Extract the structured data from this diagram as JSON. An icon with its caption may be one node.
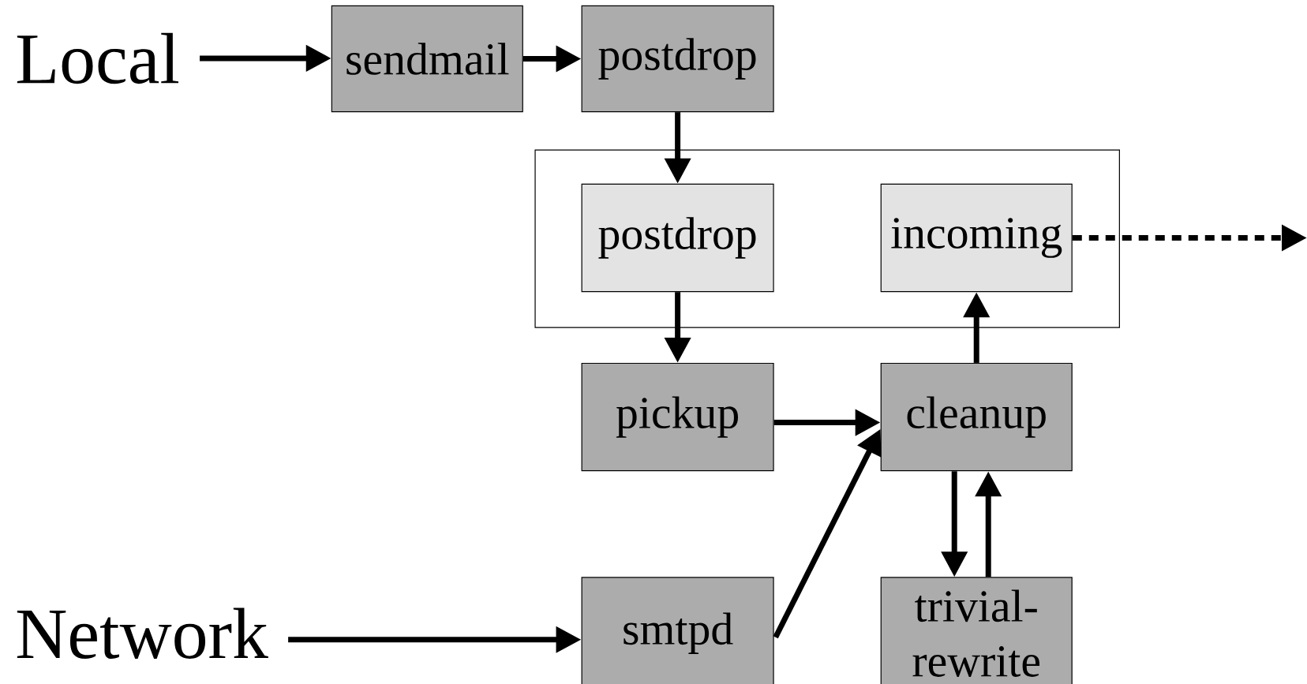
{
  "diagram": {
    "nodes": [
      {
        "text": [
          "Local"
        ]
      },
      {
        "text": [
          "sendmail"
        ]
      },
      {
        "text": [
          "postdrop"
        ]
      },
      {
        "text": [],
        "shape": "box"
      },
      {
        "text": [
          "postdrop"
        ],
        "in": 3
      },
      {
        "text": [
          "incoming"
        ],
        "in": 3
      },
      {
        "text": [
          "pickup"
        ]
      },
      {
        "text": [
          "cleanup"
        ]
      },
      {
        "text": [
          "Network"
        ]
      },
      {
        "text": [
          "smtpd"
        ]
      },
      {
        "text": [
          "trivial- rewrite"
        ]
      }
    ],
    "edges": [
      {
        "from": 0,
        "to": 1,
        "arrow": "to"
      },
      {
        "from": 1,
        "to": 2,
        "arrow": "to"
      },
      {
        "from": 2,
        "to": 4,
        "arrow": "to"
      },
      {
        "from": 4,
        "to": 6,
        "arrow": "to"
      },
      {
        "from": 6,
        "to": 7,
        "arrow": "to"
      },
      {
        "from": 9,
        "to": 7,
        "arrow": "to"
      },
      {
        "from": 7,
        "to": 5,
        "arrow": "to"
      },
      {
        "from": 7,
        "to": 10,
        "arrow": "to"
      },
      {
        "from": 10,
        "to": 7,
        "arrow": "to"
      },
      {
        "from": 8,
        "to": 9,
        "arrow": "to"
      },
      {
        "from": 5,
        "to": null,
        "arrow": "to",
        "style": "dashed"
      }
    ]
  }
}
